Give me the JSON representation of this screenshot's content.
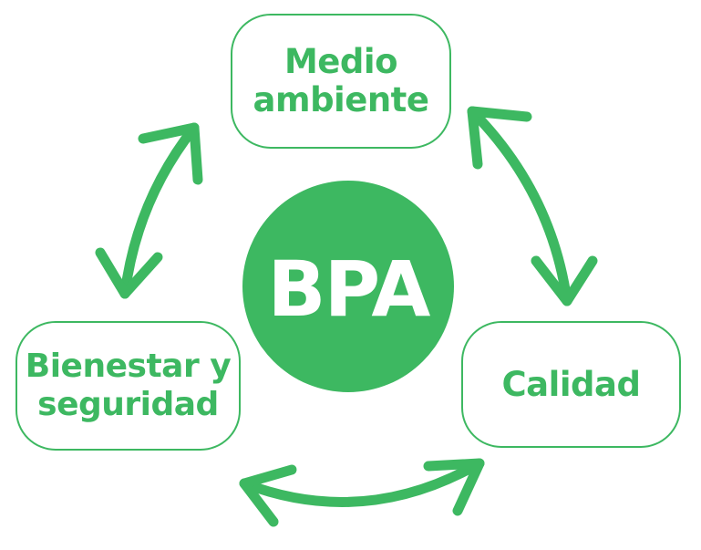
{
  "colors": {
    "accent": "#3db861",
    "background": "#ffffff",
    "center_text": "#ffffff"
  },
  "center": {
    "label": "BPA"
  },
  "nodes": {
    "top": {
      "line1": "Medio",
      "line2": "ambiente"
    },
    "left": {
      "line1": "Bienestar y",
      "line2": "seguridad"
    },
    "right": {
      "line1": "Calidad"
    }
  },
  "arrows": [
    {
      "from": "Medio ambiente",
      "to": "Bienestar y seguridad",
      "direction": "bidirectional",
      "icon": "double-arrow-icon"
    },
    {
      "from": "Medio ambiente",
      "to": "Calidad",
      "direction": "bidirectional",
      "icon": "double-arrow-icon"
    },
    {
      "from": "Bienestar y seguridad",
      "to": "Calidad",
      "direction": "bidirectional",
      "icon": "double-arrow-icon"
    }
  ]
}
